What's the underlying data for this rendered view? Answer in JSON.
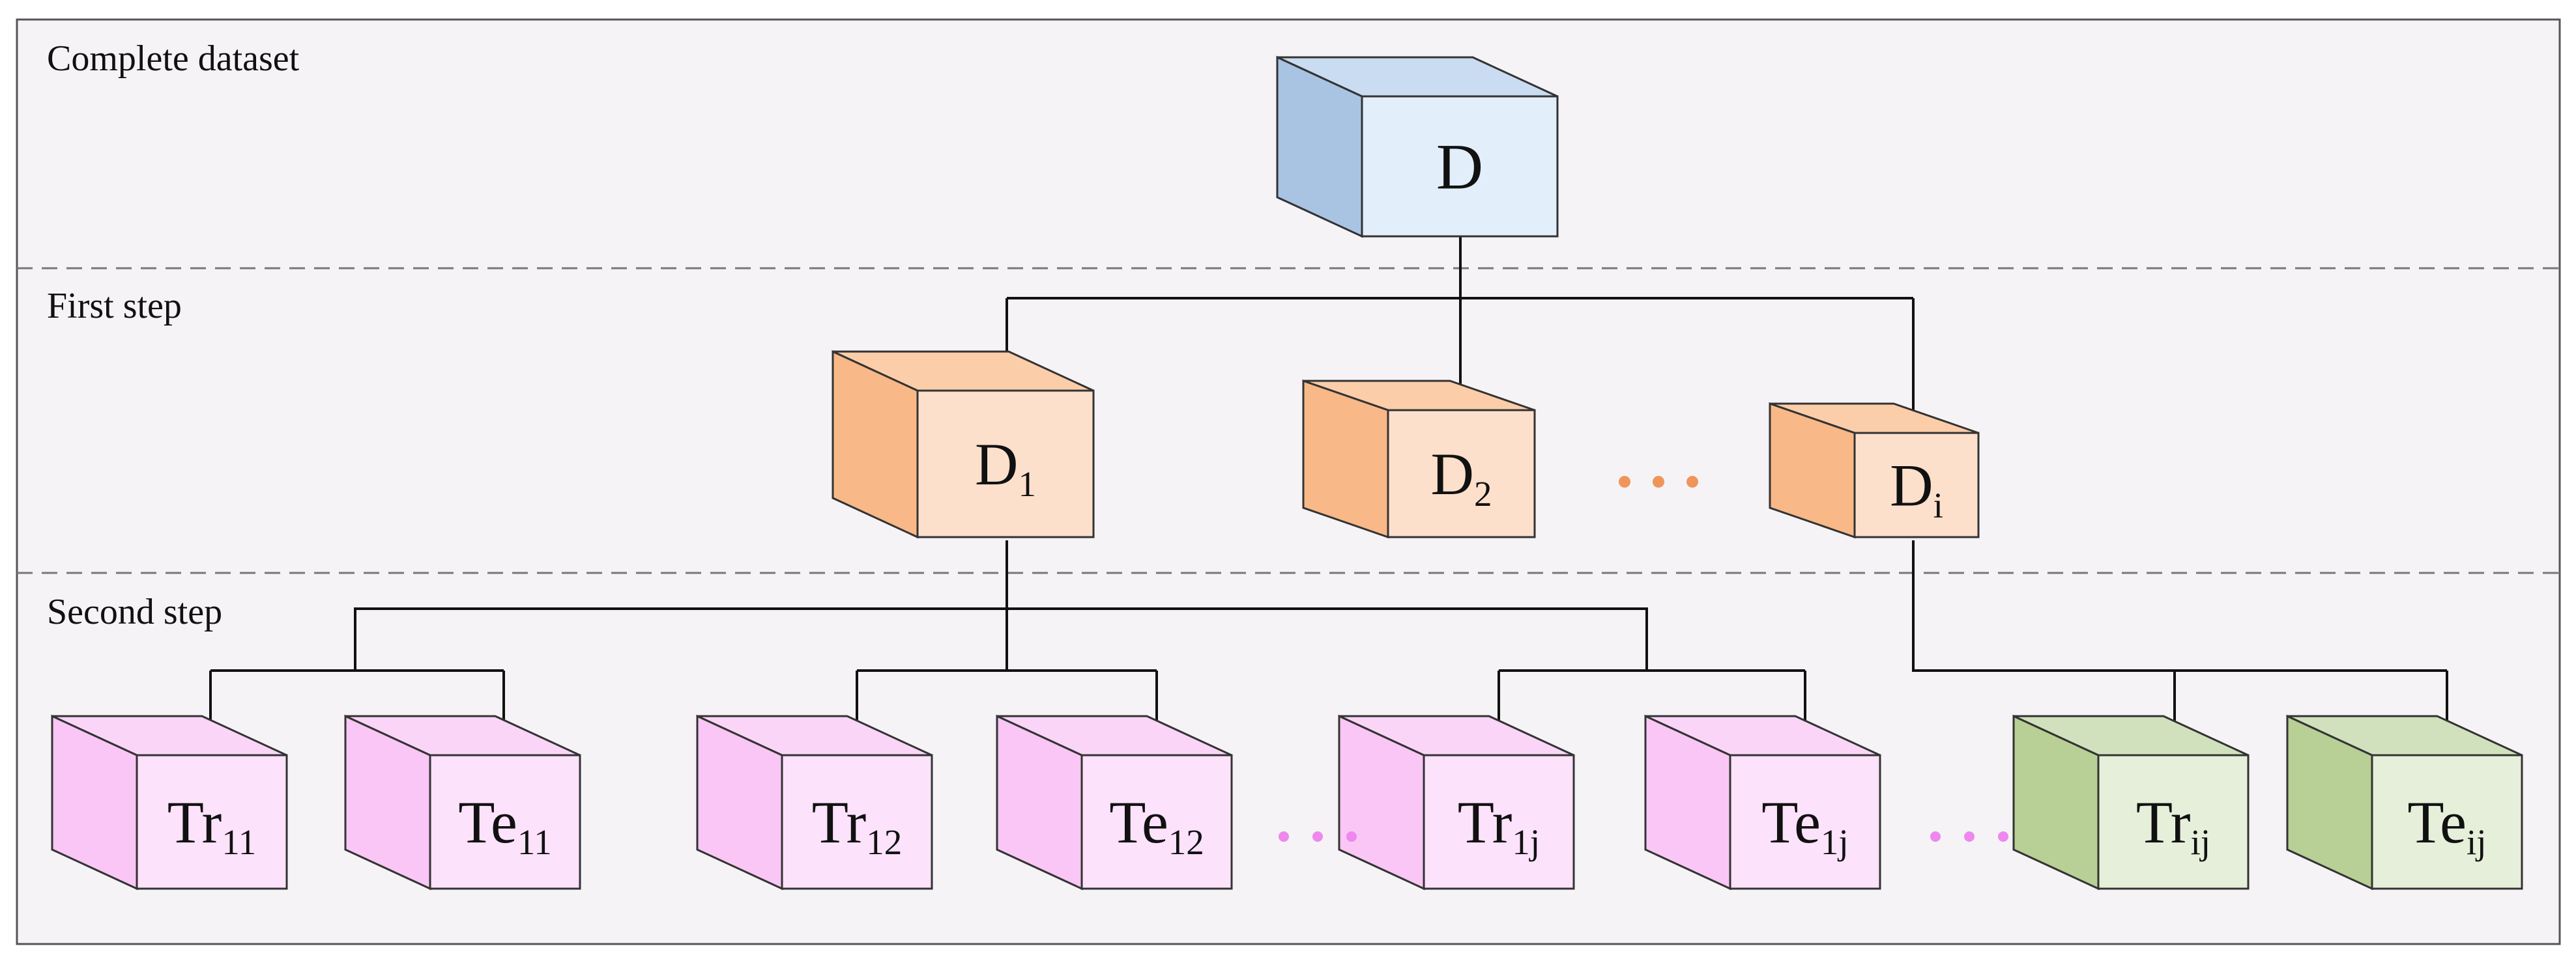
{
  "sections": [
    {
      "id": "complete",
      "label": "Complete dataset"
    },
    {
      "id": "first",
      "label": "First step"
    },
    {
      "id": "second",
      "label": "Second step"
    }
  ],
  "colors": {
    "blue": {
      "front": "#e2eef9",
      "side": "#a9c3e3",
      "top": "#c9dcf2"
    },
    "orange": {
      "front": "#fde0cc",
      "side": "#f8b887",
      "top": "#fbcda9"
    },
    "pink": {
      "front": "#fde2fb",
      "side": "#f9c6f5",
      "top": "#fbd5f8"
    },
    "green": {
      "front": "#e6efda",
      "side": "#b8cf95",
      "top": "#d2e1bd"
    },
    "orange_dots": "#f0955a",
    "pink_dots": "#ee88ee"
  },
  "cubes": {
    "root": {
      "main": "D",
      "sub": ""
    },
    "d1": {
      "main": "D",
      "sub": "1"
    },
    "d2": {
      "main": "D",
      "sub": "2"
    },
    "di": {
      "main": "D",
      "sub": "i"
    },
    "tr11": {
      "main": "Tr",
      "sub": "11"
    },
    "te11": {
      "main": "Te",
      "sub": "11"
    },
    "tr12": {
      "main": "Tr",
      "sub": "12"
    },
    "te12": {
      "main": "Te",
      "sub": "12"
    },
    "tr1j": {
      "main": "Tr",
      "sub": "1j"
    },
    "te1j": {
      "main": "Te",
      "sub": "1j"
    },
    "trij": {
      "main": "Tr",
      "sub": "ij"
    },
    "teij": {
      "main": "Te",
      "sub": "ij"
    }
  }
}
